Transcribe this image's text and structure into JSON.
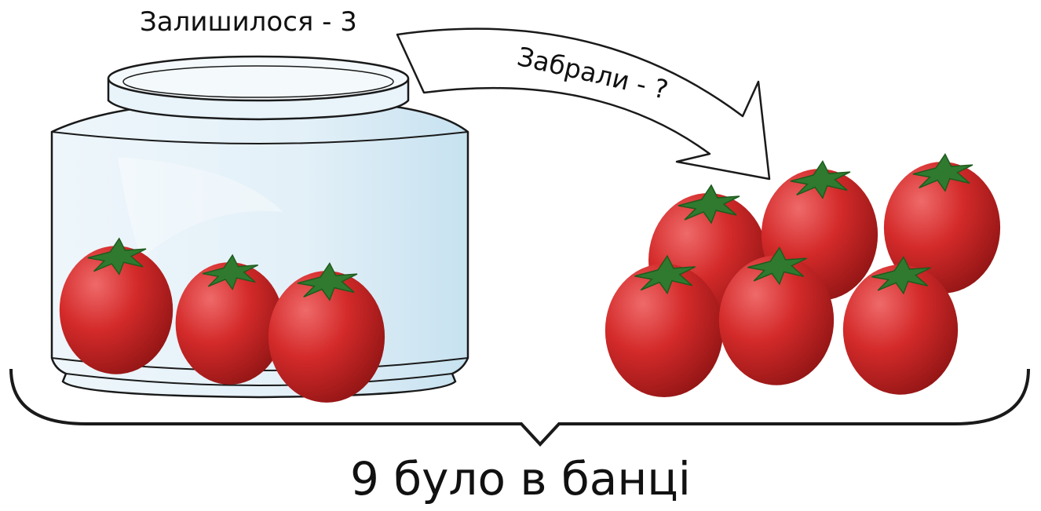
{
  "labels": {
    "remaining": "Залишилося - 3",
    "taken": "Забрали - ?",
    "total": "9 було в банці"
  },
  "counts": {
    "in_jar": 3,
    "taken_out": 6
  },
  "colors": {
    "tomato": "#d42a2a",
    "tomato_dark": "#8f1414",
    "stem": "#2f7a2f",
    "glass": "#d8ecf6",
    "outline": "#1a1a1a"
  }
}
